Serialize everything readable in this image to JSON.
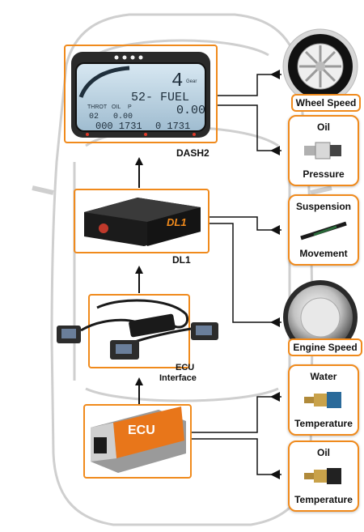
{
  "components": {
    "dash": {
      "label": "DASH2",
      "screen": {
        "gear": "4",
        "gear_unit": "Gear",
        "fuel_label": "52- FUEL",
        "sub_labels": [
          "THROT",
          "OIL",
          "P"
        ],
        "readout_left": "02",
        "readout_mid": "0.00",
        "readout_right": "0.00",
        "bottom_left": "000 1731",
        "bottom_right": "0 1731"
      }
    },
    "logger": {
      "label": "DL1",
      "brand": "DL1"
    },
    "interface": {
      "label_line1": "ECU",
      "label_line2": "Interface"
    },
    "ecu": {
      "label": "ECU"
    }
  },
  "sensors": [
    {
      "id": "wheel-speed",
      "lines": [
        "Wheel Speed"
      ]
    },
    {
      "id": "oil-pressure",
      "lines": [
        "Oil",
        "Pressure"
      ]
    },
    {
      "id": "suspension",
      "lines": [
        "Suspension",
        "Movement"
      ]
    },
    {
      "id": "engine-speed",
      "lines": [
        "Engine Speed"
      ]
    },
    {
      "id": "water-temp",
      "lines": [
        "Water",
        "Temperature"
      ]
    },
    {
      "id": "oil-temp",
      "lines": [
        "Oil",
        "Temperature"
      ]
    }
  ],
  "colors": {
    "accent": "#f08a1c",
    "ecu_orange": "#e8761a",
    "lcd": "#bcd6e6",
    "car_outline": "#c9c9c9",
    "connector": "#111111"
  }
}
